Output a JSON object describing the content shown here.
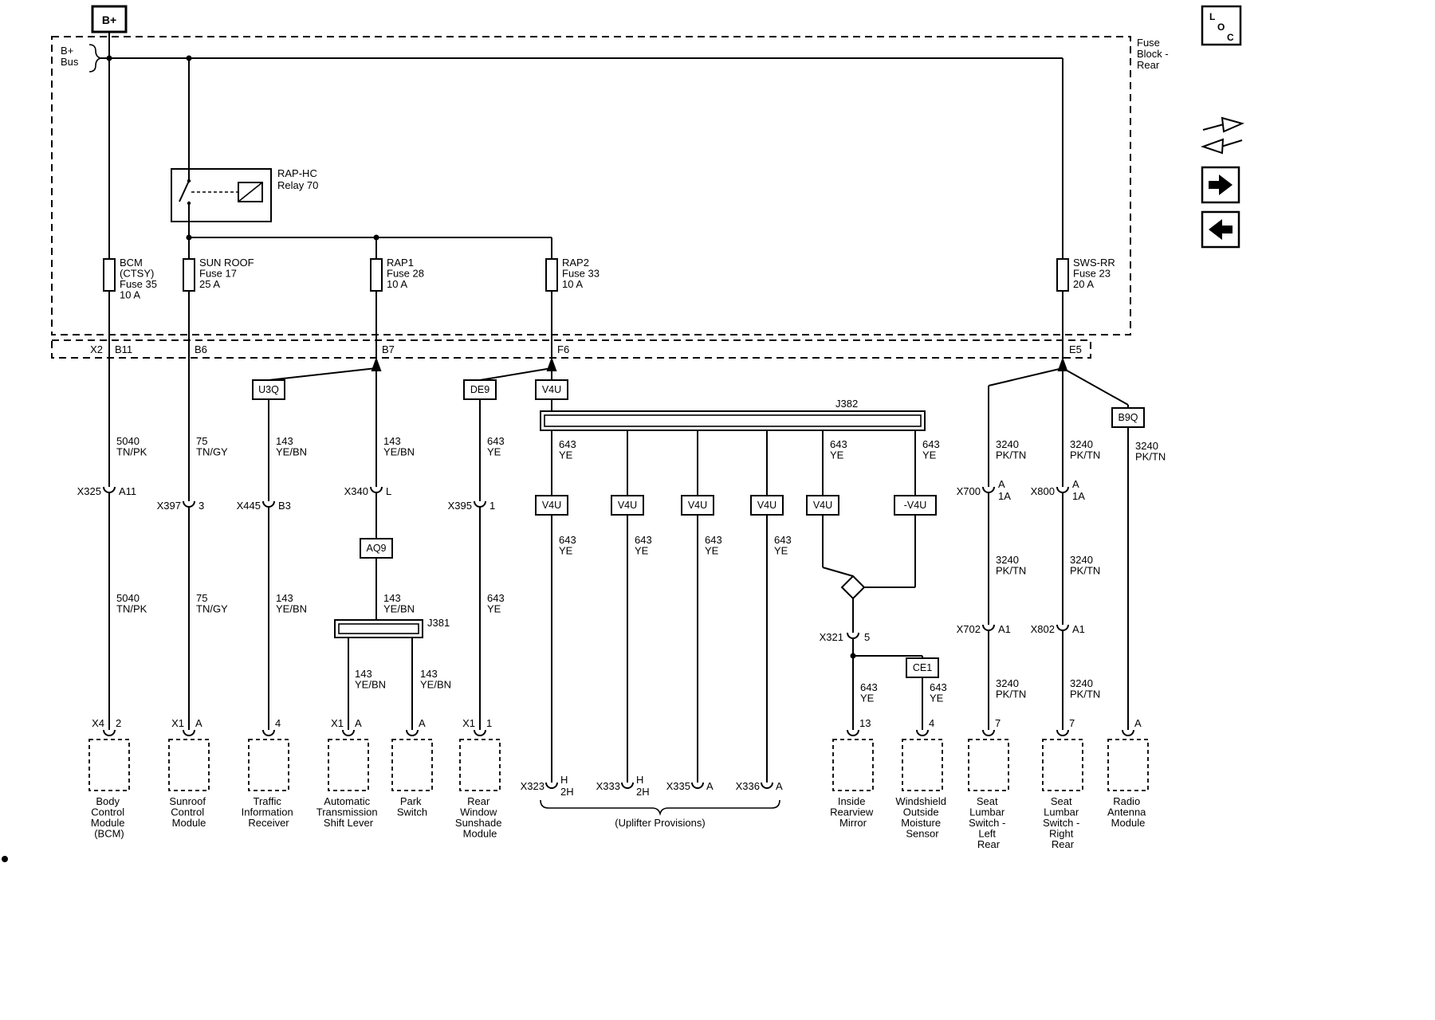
{
  "power": {
    "b_plus": "B+",
    "bus": [
      "B+",
      "Bus"
    ]
  },
  "fuse_block": {
    "title": [
      "Fuse",
      "Block -",
      "Rear"
    ],
    "relay": [
      "RAP-HC",
      "Relay 70"
    ],
    "fuses": [
      {
        "lines": [
          "BCM",
          "(CTSY)",
          "Fuse 35",
          "10 A"
        ]
      },
      {
        "lines": [
          "SUN ROOF",
          "Fuse 17",
          "25 A"
        ]
      },
      {
        "lines": [
          "RAP1",
          "Fuse 28",
          "10 A"
        ]
      },
      {
        "lines": [
          "RAP2",
          "Fuse 33",
          "10 A"
        ]
      },
      {
        "lines": [
          "SWS-RR",
          "Fuse 23",
          "20 A"
        ]
      }
    ]
  },
  "strip": {
    "connector": "X2",
    "pins": [
      "B11",
      "B6",
      "B7",
      "F6",
      "E5"
    ]
  },
  "splices": {
    "u3q": "U3Q",
    "de9": "DE9",
    "v4u": "V4U",
    "minus_v4u": "-V4U",
    "aq9": "AQ9",
    "ce1": "CE1",
    "b9q": "B9Q",
    "j381": "J381",
    "j382": "J382"
  },
  "circuits": {
    "c5040": [
      "5040",
      "TN/PK"
    ],
    "c75": [
      "75",
      "TN/GY"
    ],
    "c143": [
      "143",
      "YE/BN"
    ],
    "c643": [
      "643",
      "YE"
    ],
    "c3240": [
      "3240",
      "PK/TN"
    ]
  },
  "connectors": {
    "x325": {
      "name": "X325",
      "pin": "A11"
    },
    "x397": {
      "name": "X397",
      "pin": "3"
    },
    "x445": {
      "name": "X445",
      "pin": "B3"
    },
    "x340": {
      "name": "X340",
      "pin": "L"
    },
    "x395": {
      "name": "X395",
      "pin": "1"
    },
    "x700": {
      "name": "X700",
      "pin1": "A",
      "pin2": "1A"
    },
    "x800": {
      "name": "X800",
      "pin1": "A",
      "pin2": "1A"
    },
    "x702": {
      "name": "X702",
      "pin": "A1"
    },
    "x802": {
      "name": "X802",
      "pin": "A1"
    },
    "x321": {
      "name": "X321",
      "pin": "5"
    }
  },
  "modules": [
    {
      "conn": "X4",
      "pin": "2",
      "caption": [
        "Body",
        "Control",
        "Module",
        "(BCM)"
      ]
    },
    {
      "conn": "X1",
      "pin": "A",
      "caption": [
        "Sunroof",
        "Control",
        "Module"
      ]
    },
    {
      "pin": "4",
      "caption": [
        "Traffic",
        "Information",
        "Receiver"
      ]
    },
    {
      "conn": "X1",
      "pin": "A",
      "caption": [
        "Automatic",
        "Transmission",
        "Shift Lever"
      ]
    },
    {
      "pin": "A",
      "caption": [
        "Park",
        "Switch"
      ]
    },
    {
      "conn": "X1",
      "pin": "1",
      "caption": [
        "Rear",
        "Window",
        "Sunshade",
        "Module"
      ]
    },
    {
      "pin": "13",
      "caption": [
        "Inside",
        "Rearview",
        "Mirror"
      ]
    },
    {
      "pin": "4",
      "caption": [
        "Windshield",
        "Outside",
        "Moisture",
        "Sensor"
      ]
    },
    {
      "pin": "7",
      "caption": [
        "Seat",
        "Lumbar",
        "Switch -",
        "Left",
        "Rear"
      ]
    },
    {
      "pin": "7",
      "caption": [
        "Seat",
        "Lumbar",
        "Switch -",
        "Right",
        "Rear"
      ]
    },
    {
      "pin": "A",
      "caption": [
        "Radio",
        "Antenna",
        "Module"
      ]
    }
  ],
  "uplifter": {
    "label": "(Uplifter Provisions)",
    "pins": [
      {
        "name": "X323",
        "t1": "H",
        "t2": "2H"
      },
      {
        "name": "X333",
        "t1": "H",
        "t2": "2H"
      },
      {
        "name": "X335",
        "t1": "A"
      },
      {
        "name": "X336",
        "t1": "A"
      }
    ]
  },
  "nav": {
    "loc": [
      "L",
      "O",
      "C"
    ]
  }
}
